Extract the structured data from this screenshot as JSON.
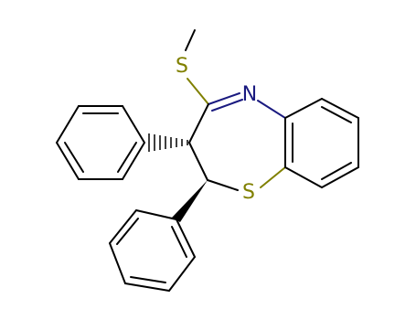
{
  "molecule": {
    "atoms": {
      "sulfur_methylthio": "S",
      "nitrogen_ring": "N",
      "sulfur_ring": "S"
    },
    "colors": {
      "bond": "#000000",
      "sulfur": "#808000",
      "nitrogen": "#1a1a80",
      "background": "#ffffff"
    }
  }
}
